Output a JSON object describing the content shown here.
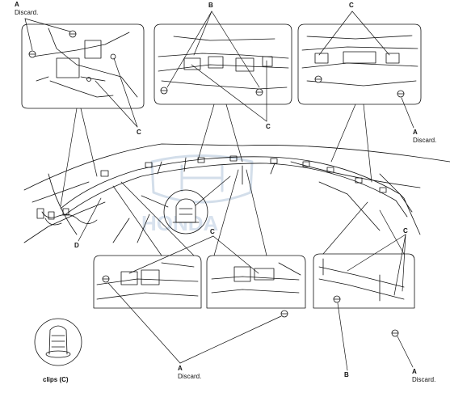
{
  "callouts": {
    "a_tl_letter": "A",
    "a_tl_note": "Discard.",
    "b_top_letter": "B",
    "c_top_letter": "C",
    "c_tl_letter": "C",
    "c_tm_letter": "C",
    "a_tr_letter": "A",
    "a_tr_note": "Discard.",
    "d_letter": "D",
    "c_bm_letter": "C",
    "c_br_letter": "C",
    "a_bot_letter": "A",
    "a_bot_note": "Discard.",
    "b_bot_letter": "B",
    "a_br_letter": "A",
    "a_br_note": "Discard."
  },
  "legend": {
    "caption": "clips (C)"
  },
  "watermark": {
    "text": "HONDA"
  }
}
